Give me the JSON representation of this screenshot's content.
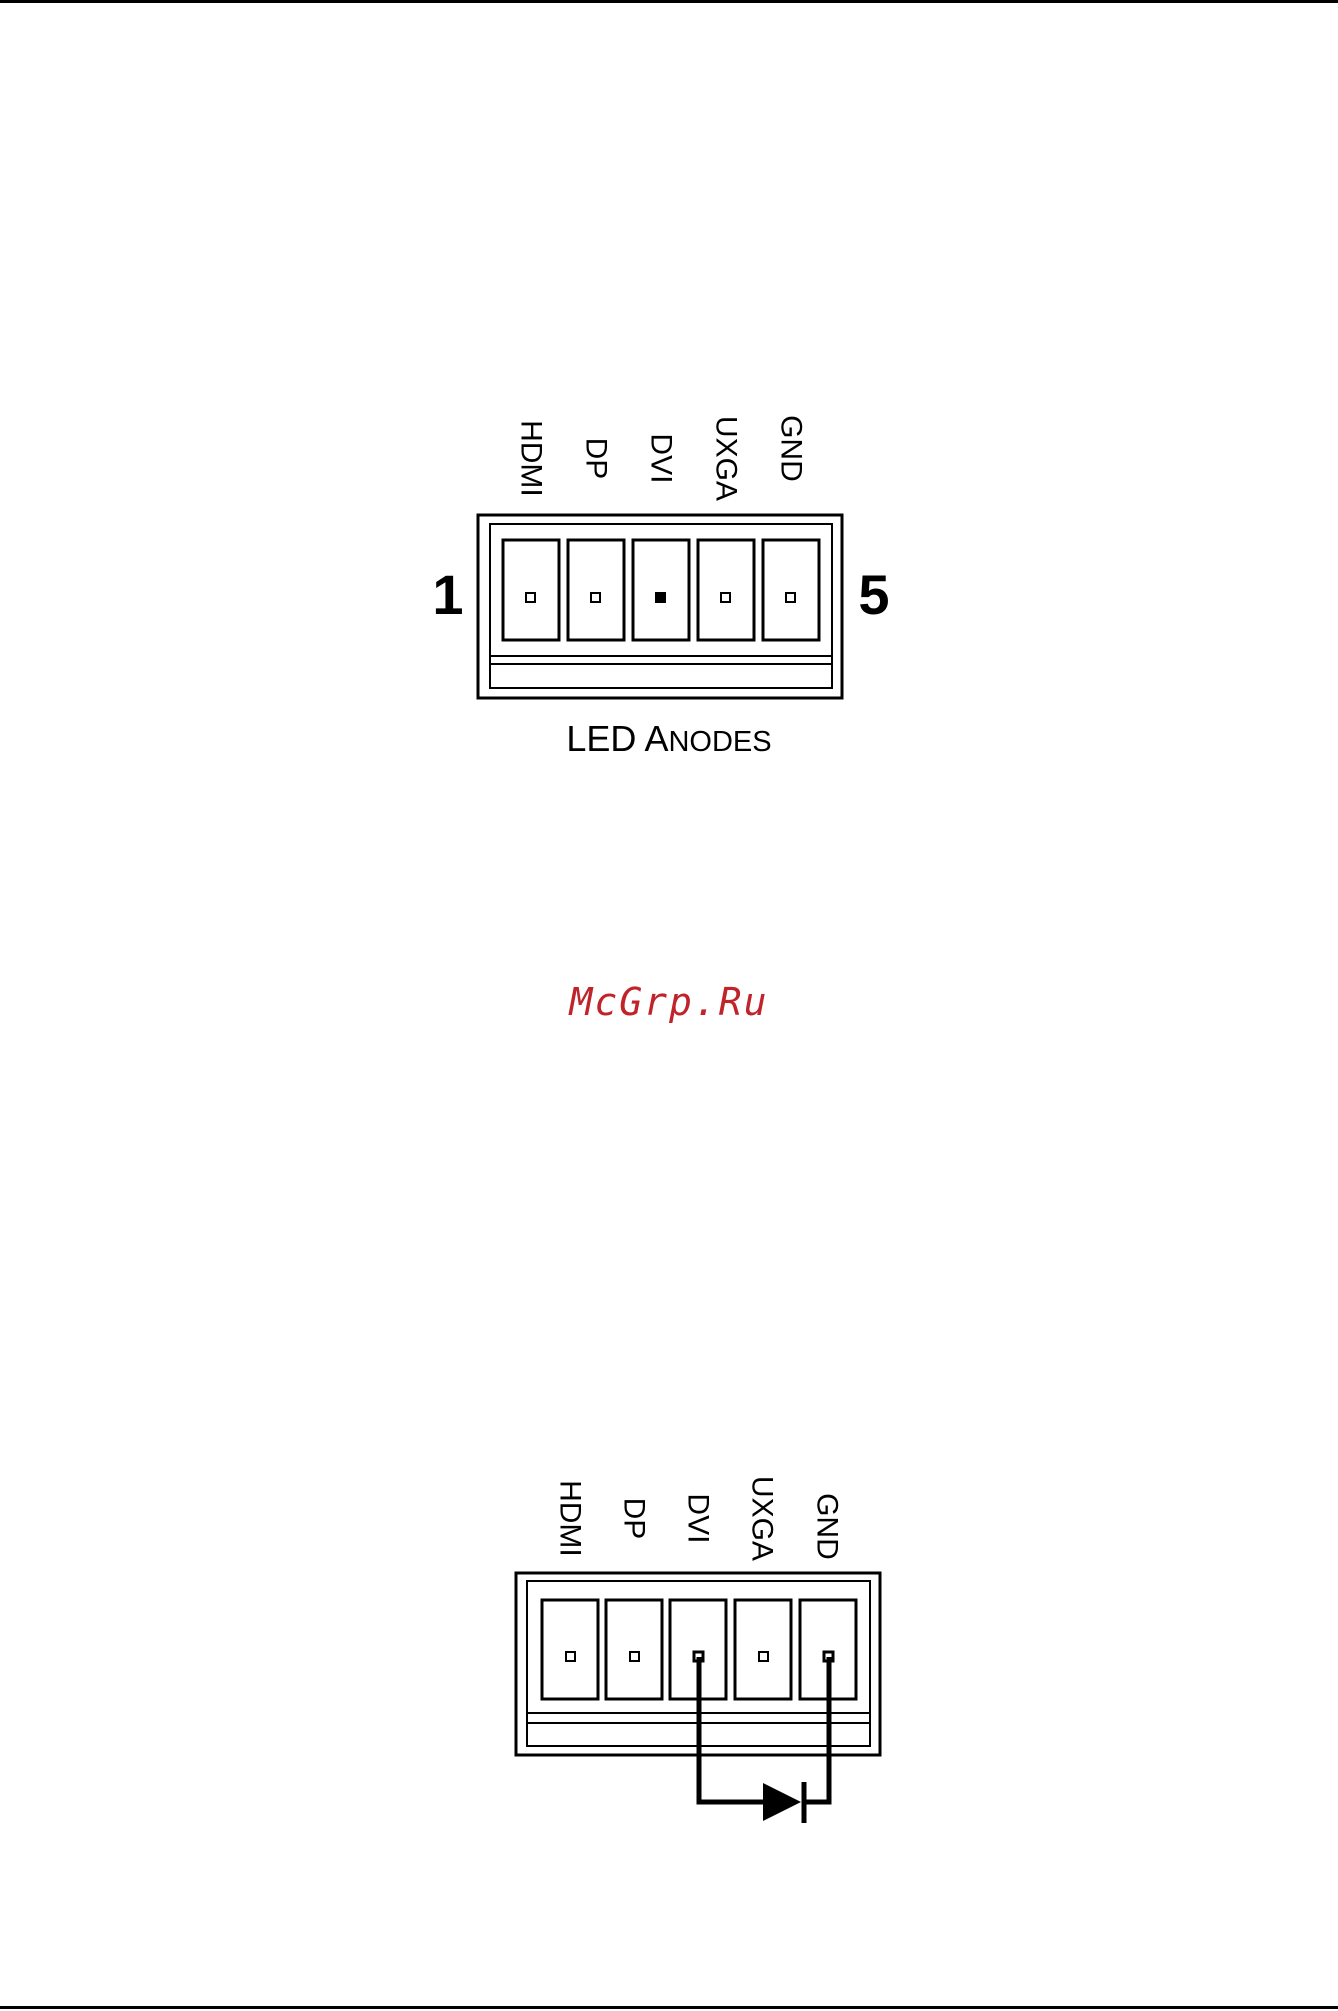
{
  "figure_top": {
    "pin_labels": [
      "HDMI",
      "DP",
      "DVI",
      "UXGA",
      "GND"
    ],
    "end_left": "1",
    "end_right": "5",
    "caption_first": "LED",
    "caption_second_initial": "A",
    "caption_second_rest": "NODES"
  },
  "figure_bottom": {
    "pin_labels": [
      "HDMI",
      "DP",
      "DVI",
      "UXGA",
      "GND"
    ]
  },
  "watermark": {
    "text": "McGrp.Ru",
    "color": "#c0242a"
  }
}
